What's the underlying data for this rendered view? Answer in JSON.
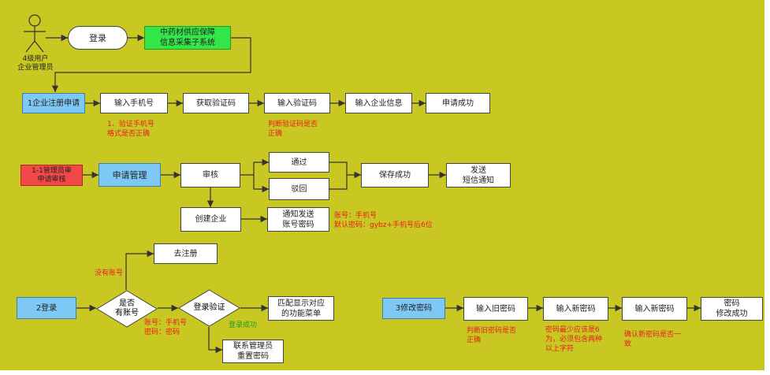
{
  "actor": {
    "label": "4级用户\n企业管理员"
  },
  "top": {
    "login": "登录",
    "system": "中药材供应保障\n信息采集子系统"
  },
  "row1": {
    "start": "1企业注册申请",
    "steps": [
      "输入手机号",
      "获取验证码",
      "输入验证码",
      "输入企业信息",
      "申请成功"
    ],
    "note1": "1、验证手机号\n格式是否正确",
    "note2": "判断验证码是否\n正确"
  },
  "row2": {
    "start": "1-1管理员审\n申请审核",
    "manage": "申请管理",
    "review": "审核",
    "pass": "通过",
    "reject": "驳回",
    "save": "保存成功",
    "sms": "发送\n短信通知",
    "create": "创建企业",
    "notify": "通知发送\n账号密码",
    "note": "账号：手机号\n默认密码：gybz+手机号后6位"
  },
  "row3": {
    "start": "2登录",
    "has_account": "是否\n有账号",
    "no_account": "没有账号",
    "register": "去注册",
    "verify": "登录验证",
    "note_account": "账号：手机号\n密码：密码",
    "success": "登录成功",
    "match": "匹配显示对应\n的功能菜单",
    "contact": "联系管理员\n重置密码"
  },
  "row4": {
    "start": "3修改密码",
    "old": "输入旧密码",
    "new1": "输入新密码",
    "new2": "输入新密码",
    "done": "密码\n修改成功",
    "note1": "判断旧密码是否\n正确",
    "note2": "密码最少应该是6\n为，必须包含两种\n以上字符",
    "note3": "确认新密码是否一\n致"
  },
  "colors": {
    "background": "#c9c823",
    "blue": "#7ec8f5",
    "red": "#f24848",
    "green": "#35e64a",
    "note": "#e81e1e"
  }
}
